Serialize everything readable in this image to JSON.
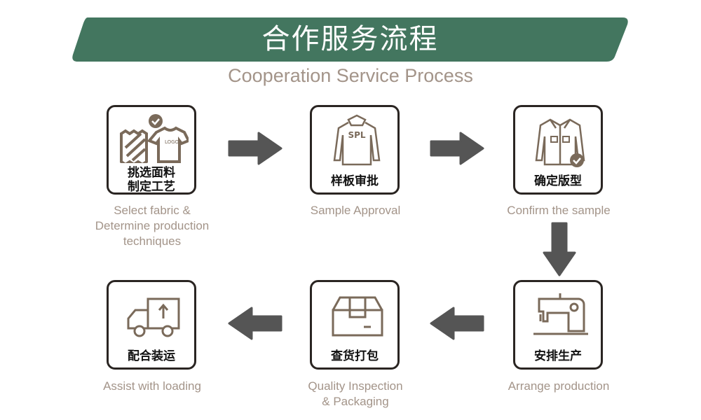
{
  "header": {
    "title": "合作服务流程",
    "subtitle": "Cooperation Service Process"
  },
  "colors": {
    "banner": "#43765f",
    "caption": "#a39489",
    "icon": "#7a6a5a",
    "arrow": "#555555",
    "border": "#2a2522"
  },
  "steps": [
    {
      "label_line1": "挑选面料",
      "label_line2": "制定工艺",
      "caption_line1": "Select fabric  &",
      "caption_line2": "Determine production",
      "caption_line3": "techniques",
      "icon": "fabric-tshirt-check-icon",
      "logo_text": "LOGO"
    },
    {
      "label": "样板审批",
      "caption": "Sample Approval",
      "icon": "sweater-icon",
      "shirt_text": "SPL"
    },
    {
      "label": "确定版型",
      "caption": "Confirm the sample",
      "icon": "shirt-check-icon"
    },
    {
      "label": "安排生产",
      "caption": "Arrange production",
      "icon": "sewing-machine-icon"
    },
    {
      "label": "查货打包",
      "caption_line1": "Quality Inspection",
      "caption_line2": "& Packaging",
      "icon": "box-icon"
    },
    {
      "label": "配合装运",
      "caption": "Assist with loading",
      "icon": "truck-icon"
    }
  ]
}
